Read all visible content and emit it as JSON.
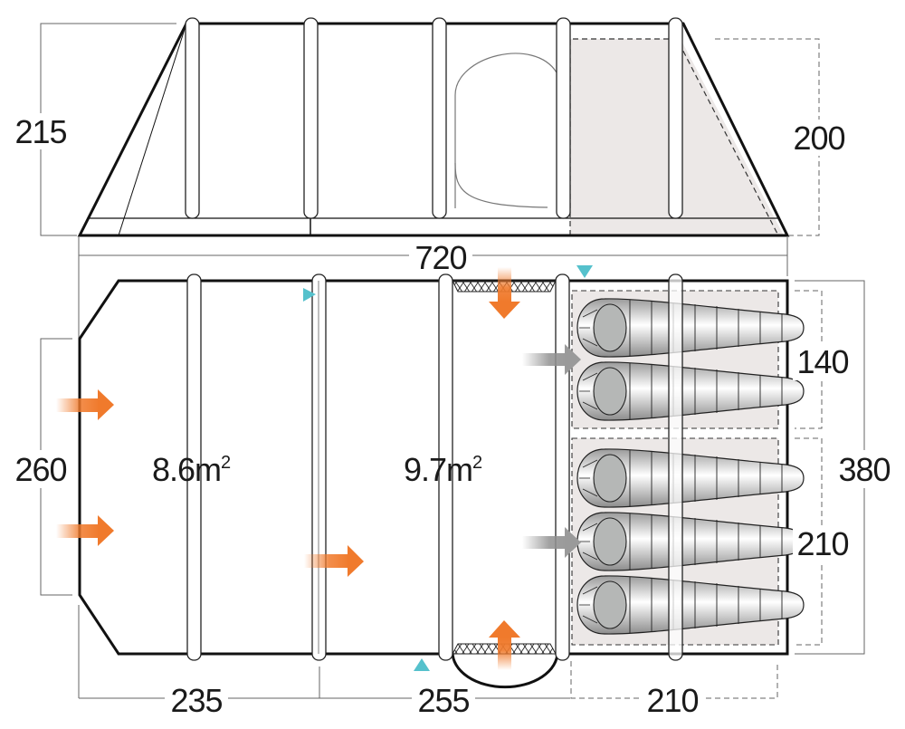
{
  "diagram": {
    "title": "Tent floor plan and side elevation",
    "colors": {
      "outline": "#111111",
      "dimension_line": "#666666",
      "bedroom_fill": "#ece8e7",
      "door_arrow": "#f07a2c",
      "window_arrow": "#8a8a8a",
      "marker": "#55c1cc",
      "head_fill": "#b5b7b6"
    },
    "side_view": {
      "left_height": "215",
      "right_height": "200",
      "total_length": "720"
    },
    "floor_plan": {
      "living_width": "260",
      "total_width": "380",
      "bedroom_top_width": "140",
      "bedroom_bottom_width": "210",
      "areas": [
        {
          "value": "8.6m",
          "exponent": "2"
        },
        {
          "value": "9.7m",
          "exponent": "2"
        }
      ],
      "section_lengths": [
        "235",
        "255",
        "210"
      ],
      "sleeping_bags": 5,
      "bedrooms": 2
    },
    "icons": [
      "door-arrow-icon",
      "window-arrow-icon",
      "marker-triangle-icon",
      "sleeping-bag-icon",
      "mesh-panel-icon"
    ]
  }
}
